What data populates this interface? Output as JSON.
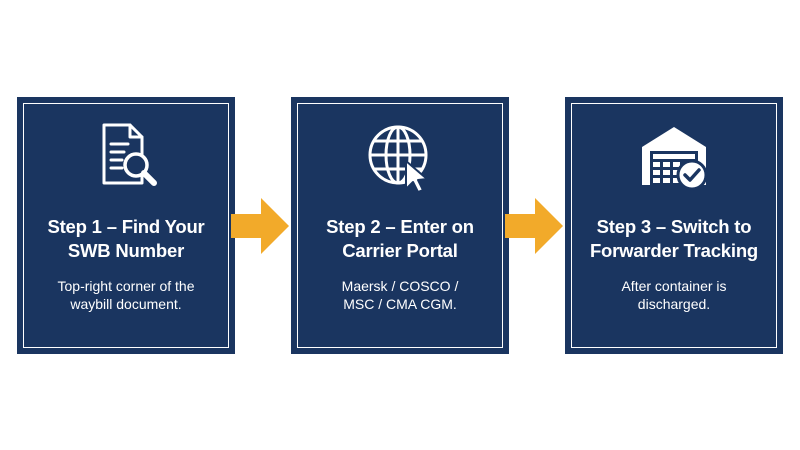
{
  "steps": [
    {
      "title": "Step 1 – Find Your\nSWB Number",
      "description": "Top-right corner of the\nwaybill document.",
      "icon": "document-search-icon"
    },
    {
      "title": "Step 2 – Enter on\nCarrier Portal",
      "description": "Maersk / COSCO /\nMSC / CMA CGM.",
      "icon": "globe-cursor-icon"
    },
    {
      "title": "Step 3 – Switch to\nForwarder Tracking",
      "description": "After container is\ndischarged.",
      "icon": "warehouse-check-icon"
    }
  ],
  "colors": {
    "card_background": "#1a3560",
    "text": "#ffffff",
    "arrow": "#f2aa2a"
  }
}
